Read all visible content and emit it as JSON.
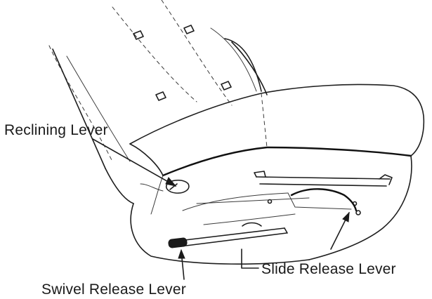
{
  "labels": {
    "reclining_lever": "Reclining Lever",
    "slide_release_lever": "Slide Release Lever",
    "swivel_release_lever": "Swivel Release Lever"
  }
}
